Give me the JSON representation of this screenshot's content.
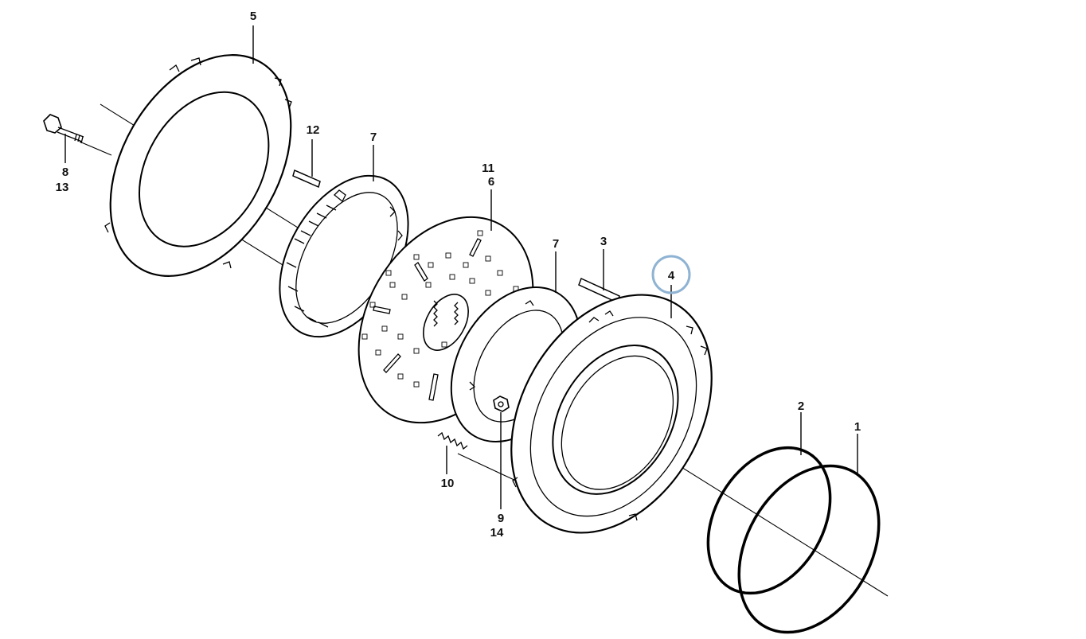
{
  "callouts": {
    "c1": "1",
    "c2": "2",
    "c3": "3",
    "c4": "4",
    "c5": "5",
    "c6": "6",
    "c7a": "7",
    "c7b": "7",
    "c8": "8",
    "c9": "9",
    "c10": "10",
    "c11": "11",
    "c12": "12",
    "c13": "13",
    "c14": "14"
  },
  "highlight": {
    "selected_callout": "4",
    "ring_color": "#8fb3d3"
  },
  "colors": {
    "line": "#000000",
    "background": "#ffffff"
  }
}
